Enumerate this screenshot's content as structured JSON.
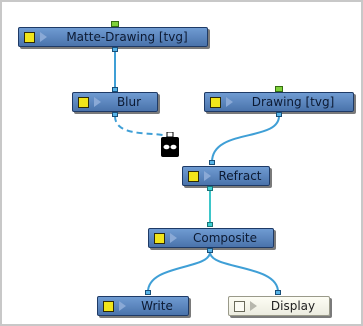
{
  "nodes": {
    "matte_drawing": "Matte-Drawing [tvg]",
    "blur": "Blur",
    "drawing": "Drawing [tvg]",
    "refract": "Refract",
    "composite": "Composite",
    "write": "Write",
    "display": "Display"
  },
  "icons": {
    "enable_toggle": "yellow-square-icon",
    "expand_arrow": "play-triangle-icon",
    "matte_port": "mask-icon"
  },
  "colors": {
    "node_fill": "#5c86c0",
    "display_fill": "#f4f4e8",
    "wire": "#3f9fd6",
    "port": "#57b4e8",
    "drawing_port": "#7fd13a",
    "enable_toggle": "#f1e51a"
  }
}
